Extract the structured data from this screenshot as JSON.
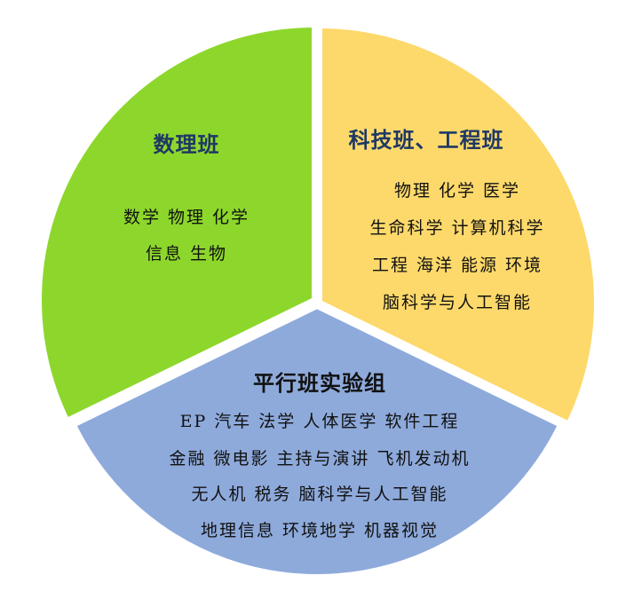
{
  "colors": {
    "green": "#8dd72c",
    "yellow": "#fdd96b",
    "blue": "#8eaadb",
    "title_navy": "#1f3864"
  },
  "sectors": {
    "math": {
      "title": "数理班",
      "lines": [
        "数学 物理  化学",
        "信息  生物"
      ]
    },
    "tech": {
      "title": "科技班、工程班",
      "lines": [
        "物理 化学 医学",
        "生命科学 计算机科学",
        "工程 海洋 能源 环境",
        "脑科学与人工智能"
      ]
    },
    "parallel": {
      "title": "平行班实验组",
      "lines": [
        "EP 汽车  法学 人体医学 软件工程",
        "金融 微电影 主持与演讲 飞机发动机",
        "无人机 税务 脑科学与人工智能",
        "地理信息 环境地学 机器视觉"
      ]
    }
  }
}
